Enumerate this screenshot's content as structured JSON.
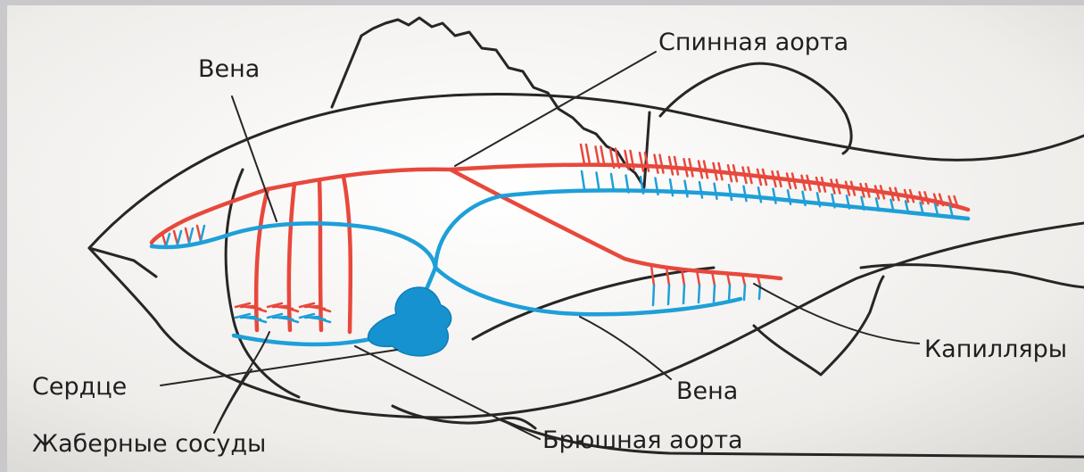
{
  "colors": {
    "artery": "#e8483c",
    "vein": "#1e9fd8",
    "heart": "#1592cf",
    "outline": "#262626",
    "paper": "#f3f1ee"
  },
  "labels": {
    "spinal_aorta": "Спинная аорта",
    "vein_top": "Вена",
    "capillaries": "Капилляры",
    "heart": "Сердце",
    "vein_bottom": "Вена",
    "gill_vessels": "Жаберные сосуды",
    "ventral_aorta": "Брюшная аорта"
  }
}
